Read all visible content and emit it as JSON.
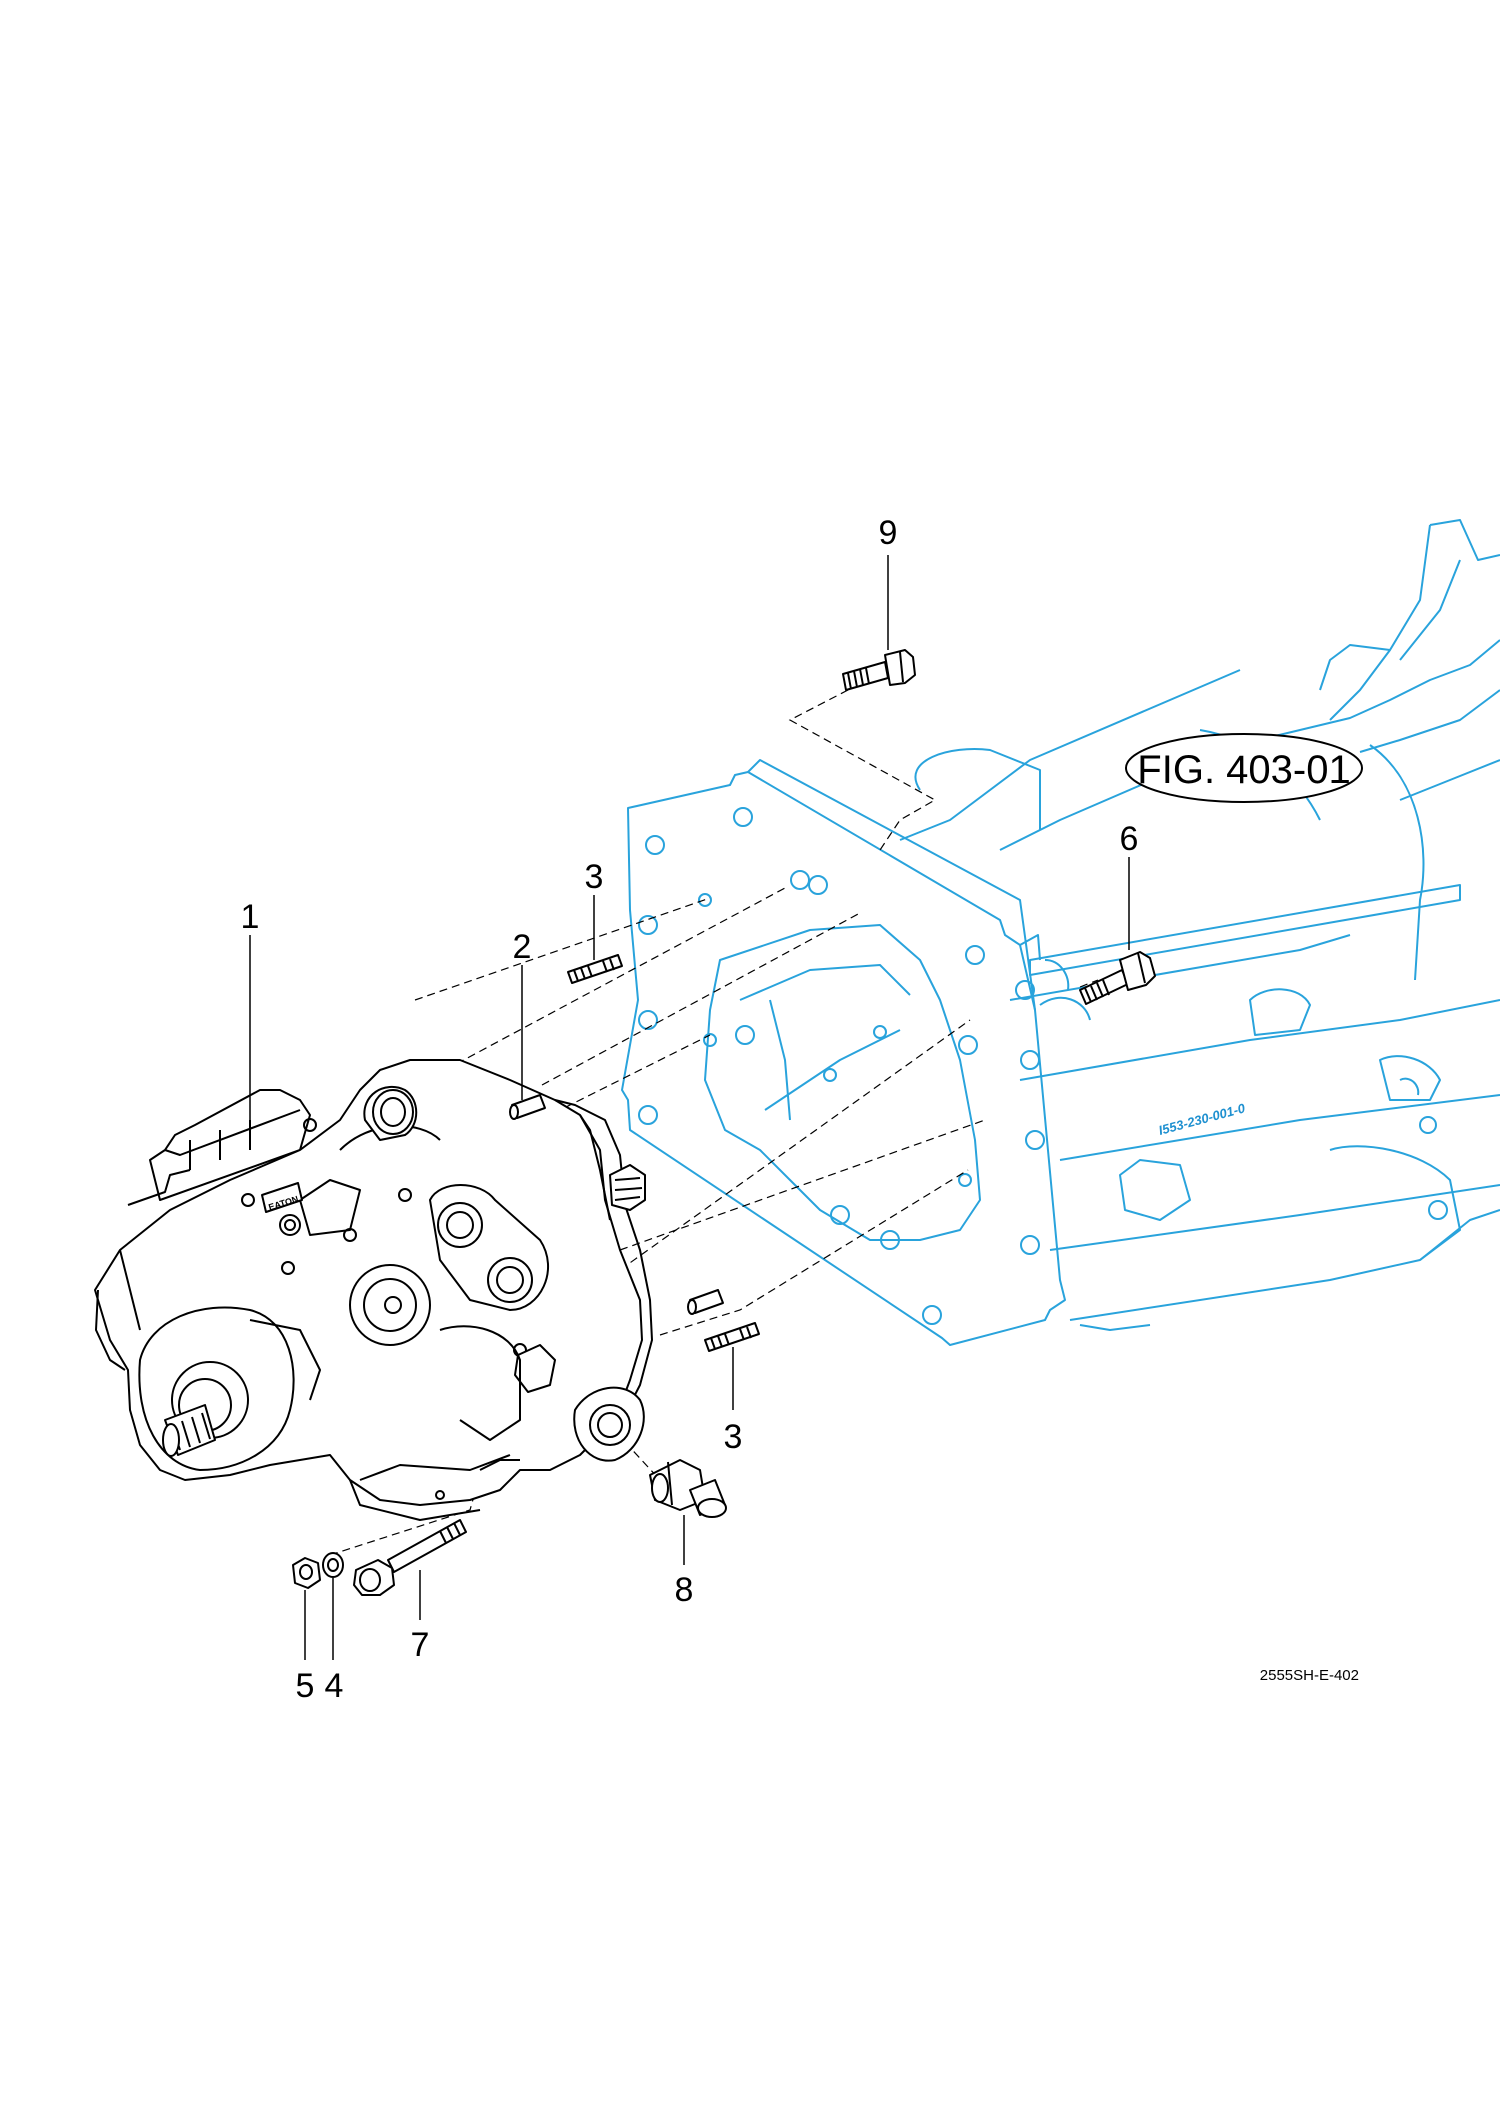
{
  "figure_reference": "FIG. 403-01",
  "drawing_number": "2555SH-E-402",
  "housing_part_number": "I553-230-001-0",
  "pump_nameplate": "EATON",
  "callouts": {
    "c1": "1",
    "c2": "2",
    "c3a": "3",
    "c3b": "3",
    "c4": "4",
    "c5": "5",
    "c6": "6",
    "c7": "7",
    "c8": "8",
    "c9": "9"
  },
  "colors": {
    "housing_line": "#29a3dc",
    "part_line": "#000000"
  }
}
